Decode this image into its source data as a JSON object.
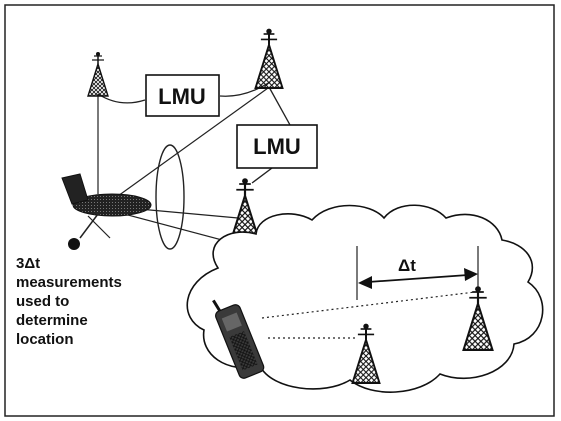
{
  "diagram": {
    "lmu_label_1": "LMU",
    "lmu_label_2": "LMU",
    "delta_t_label": "Δt",
    "note_lines": [
      "3Δt",
      "measurements",
      "used to",
      "determine",
      "location"
    ]
  }
}
